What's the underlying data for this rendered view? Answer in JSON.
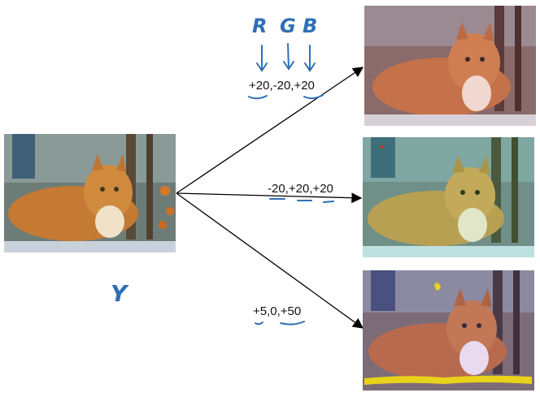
{
  "channels": {
    "r": "R",
    "g": "G",
    "b": "B"
  },
  "y_label": "Y",
  "variants": [
    {
      "adjustment": "+20,-20,+20",
      "tint": "#b06a62"
    },
    {
      "adjustment": "-20,+20,+20",
      "tint": "#7fa593"
    },
    {
      "adjustment": "+5,0,+50",
      "tint": "#9b7d86"
    }
  ],
  "colors": {
    "ink_blue": "#2f6fb5",
    "arrow": "#000000",
    "highlight_yellow": "#e8d21a"
  }
}
